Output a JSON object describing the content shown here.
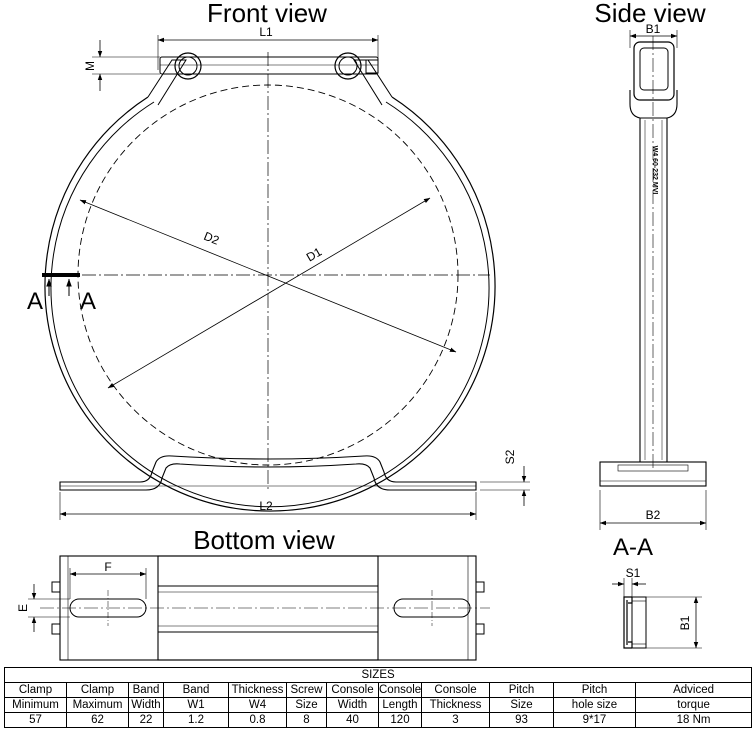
{
  "titles": {
    "front": "Front view",
    "side": "Side view",
    "bottom": "Bottom view",
    "section": "A-A"
  },
  "labels": {
    "l1": "L1",
    "l2": "L2",
    "m": "M",
    "d1": "D1",
    "d2": "D2",
    "section_a": "A",
    "b1": "B1",
    "b2": "B2",
    "s1": "S1",
    "s2": "S2",
    "f": "F",
    "e": "E",
    "stamp": "W4 60-232 MVI"
  },
  "table": {
    "title": "SIZES",
    "header_row1": [
      "Clamp",
      "Clamp",
      "Band",
      "Band",
      "Thickness",
      "Screw",
      "Console",
      "Console",
      "Console",
      "Pitch",
      "Pitch",
      "Adviced"
    ],
    "header_row2": [
      "Minimum",
      "Maximum",
      "Width",
      "W1",
      "W4",
      "Size",
      "Width",
      "Length",
      "Thickness",
      "Size",
      "hole size",
      "torque"
    ],
    "values": [
      "57",
      "62",
      "22",
      "1.2",
      "0.8",
      "8",
      "40",
      "120",
      "3",
      "93",
      "9*17",
      "18 Nm"
    ]
  }
}
